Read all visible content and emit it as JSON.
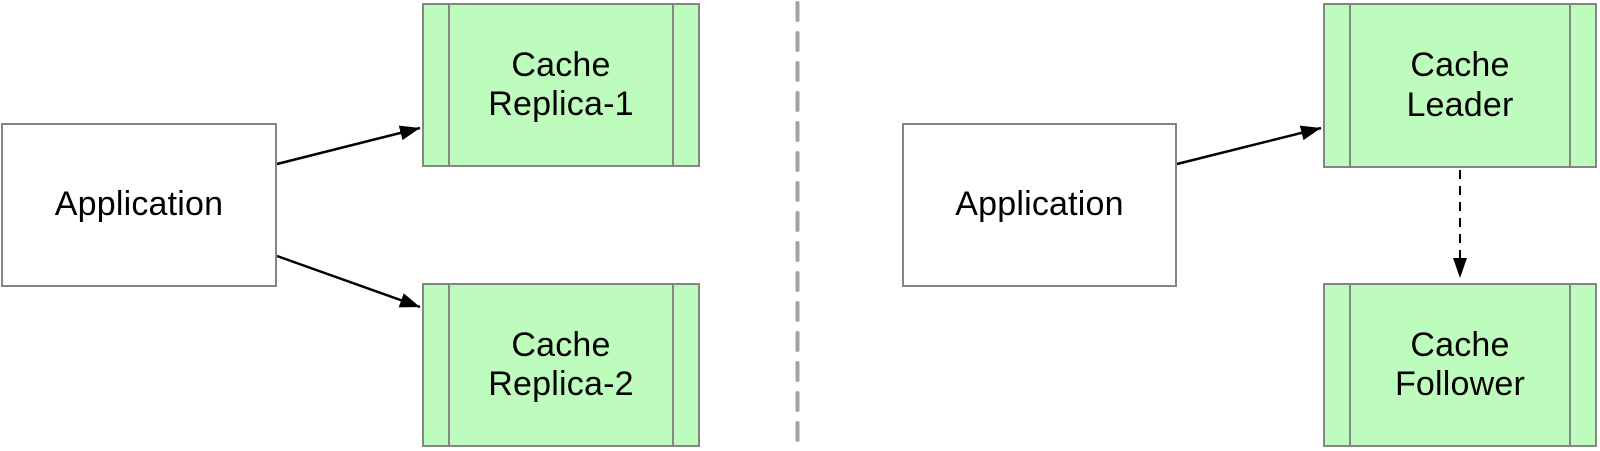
{
  "diagram": {
    "left_panel": {
      "application": {
        "label": "Application"
      },
      "replica1": {
        "label": "Cache\nReplica-1"
      },
      "replica2": {
        "label": "Cache\nReplica-2"
      }
    },
    "right_panel": {
      "application": {
        "label": "Application"
      },
      "leader": {
        "label": "Cache\nLeader"
      },
      "follower": {
        "label": "Cache\nFollower"
      }
    },
    "connectors": [
      {
        "name": "app-to-replica1",
        "style": "solid-arrow"
      },
      {
        "name": "app-to-replica2",
        "style": "solid-arrow"
      },
      {
        "name": "app-to-leader",
        "style": "solid-arrow"
      },
      {
        "name": "leader-to-follower",
        "style": "dashed-arrow"
      },
      {
        "name": "panel-divider",
        "style": "dashed-line"
      }
    ],
    "colors": {
      "cache_fill": "#bdfcbd",
      "box_border": "#858585",
      "divider": "#a3a3a3",
      "arrow": "#000000",
      "background": "#ffffff",
      "text": "#000000"
    }
  }
}
